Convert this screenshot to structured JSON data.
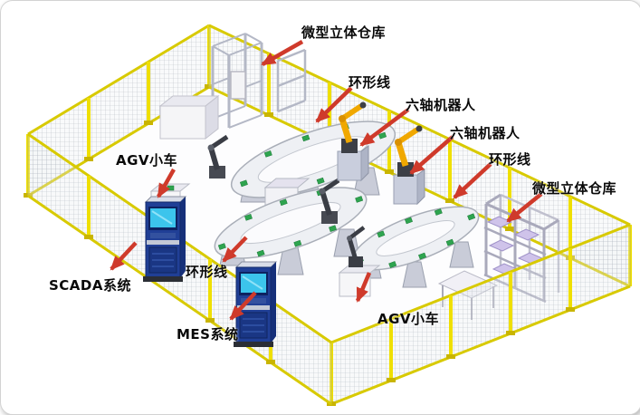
{
  "colors": {
    "arrow": "#cf3a2b",
    "fence_yellow": "#efdf00",
    "fence_rail": "#d8ca00",
    "cabinet_navy": "#203f96",
    "cabinet_screen": "#3cc4ec",
    "robot_yellow": "#f0a800",
    "robot_dark": "#3a3d45",
    "fixture_green": "#2ea44f",
    "rack_purple": "#cfc3ea"
  },
  "callouts": [
    {
      "text": "微型立体仓库",
      "target": "mini-warehouse-left"
    },
    {
      "text": "环形线",
      "target": "ring-conveyor-upper"
    },
    {
      "text": "六轴机器人",
      "target": "six-axis-robot-1"
    },
    {
      "text": "六轴机器人",
      "target": "six-axis-robot-2"
    },
    {
      "text": "环形线",
      "target": "ring-conveyor-right"
    },
    {
      "text": "微型立体仓库",
      "target": "mini-warehouse-right"
    },
    {
      "text": "AGV小车",
      "target": "agv-cart-left"
    },
    {
      "text": "SCADA系统",
      "target": "scada-cabinet"
    },
    {
      "text": "环形线",
      "target": "ring-conveyor-lower"
    },
    {
      "text": "MES系统",
      "target": "mes-cabinet"
    },
    {
      "text": "AGV小车",
      "target": "agv-cart-right"
    }
  ]
}
